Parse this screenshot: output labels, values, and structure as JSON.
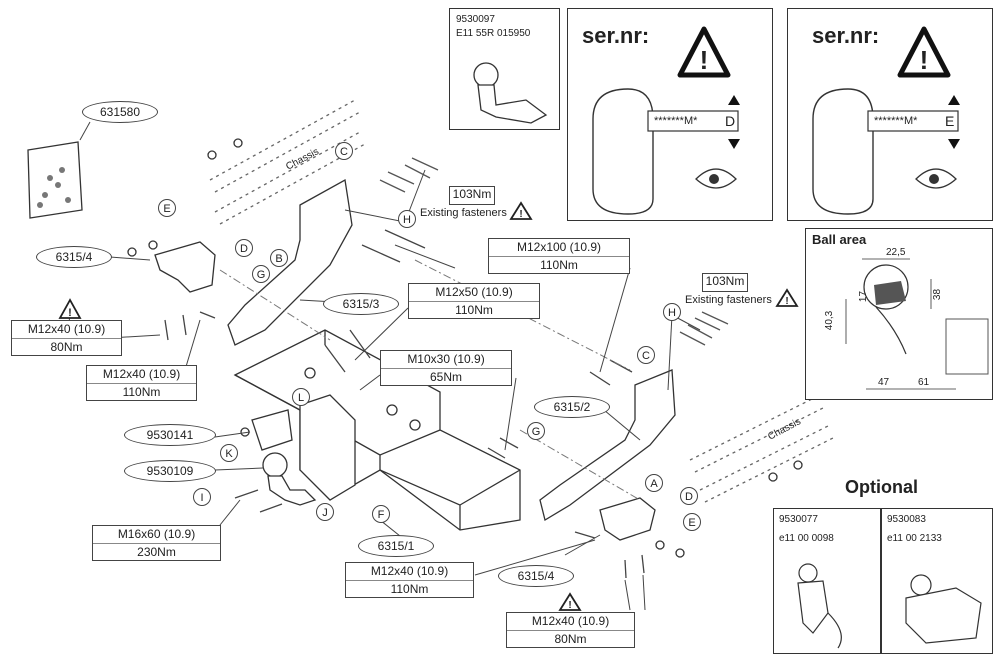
{
  "part_numbers": {
    "fastener_kit": "631580",
    "ball_top": "9530097",
    "ball_top_approval": "E11 55R 015950",
    "plate_left": "6315/4",
    "plate_right": "6315/4",
    "arm_left": "6315/3",
    "arm_right": "6315/2",
    "crossbar": "6315/1",
    "ball_mount": "9530141",
    "ball": "9530109"
  },
  "letters": {
    "A": "A",
    "B": "B",
    "C": "C",
    "D": "D",
    "E": "E",
    "F": "F",
    "G": "G",
    "H": "H",
    "I": "I",
    "J": "J",
    "K": "K",
    "L": "L"
  },
  "specs": {
    "m12x40_left_warn": {
      "bolt": "M12x40 (10.9)",
      "torque": "80Nm"
    },
    "m12x40_left": {
      "bolt": "M12x40 (10.9)",
      "torque": "110Nm"
    },
    "m12x100": {
      "bolt": "M12x100 (10.9)",
      "torque": "110Nm"
    },
    "m12x50": {
      "bolt": "M12x50 (10.9)",
      "torque": "110Nm"
    },
    "m10x30": {
      "bolt": "M10x30 (10.9)",
      "torque": "65Nm"
    },
    "m16x60": {
      "bolt": "M16x60 (10.9)",
      "torque": "230Nm"
    },
    "m12x40_center": {
      "bolt": "M12x40 (10.9)",
      "torque": "110Nm"
    },
    "m12x40_right_warn": {
      "bolt": "M12x40 (10.9)",
      "torque": "80Nm"
    }
  },
  "existing": {
    "left": {
      "torque": "103Nm",
      "text": "Existing fasteners"
    },
    "right": {
      "torque": "103Nm",
      "text": "Existing fasteners"
    }
  },
  "chassis_label": "Chassis",
  "serial_panels": [
    {
      "title": "ser.nr:",
      "code": "*******M*",
      "letter": "D"
    },
    {
      "title": "ser.nr:",
      "code": "*******M*",
      "letter": "E"
    }
  ],
  "ball_area": {
    "title": "Ball area",
    "dims": [
      "22,5",
      "17",
      "38",
      "40,3",
      "47",
      "61"
    ]
  },
  "optional": {
    "title": "Optional",
    "items": [
      {
        "part": "9530077",
        "approval": "e11 00 0098"
      },
      {
        "part": "9530083",
        "approval": "e11 00 2133"
      }
    ]
  },
  "icons": [
    "warning-triangle-icon",
    "eye-icon",
    "tow-ball-icon"
  ]
}
